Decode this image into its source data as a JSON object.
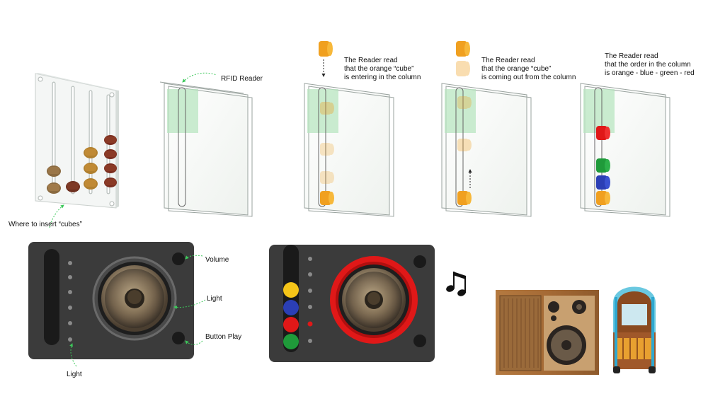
{
  "labels": {
    "rfid_reader": "RFID Reader",
    "insert_cubes": "Where to insert “cubes”",
    "volume": "Volume",
    "light_right": "Light",
    "button_play": "Button Play",
    "light_bottom": "Light"
  },
  "steps": [
    {
      "lines": [
        "The Reader read",
        "that the orange “cube”",
        "is entering in the column"
      ]
    },
    {
      "lines": [
        "The Reader read",
        "that the orange “cube”",
        "is coming out from the column"
      ]
    },
    {
      "lines": [
        "The Reader read",
        "that the order in the column",
        "is orange - blue - green - red"
      ]
    }
  ],
  "colors": {
    "orange": "#f0a020",
    "blue": "#2b3fb5",
    "green": "#1f9a3a",
    "red": "#e01818",
    "device_body": "#3b3b3b",
    "highlight_green": "#b8e6c0",
    "arrow_green": "#3cc85a"
  },
  "icons": [
    "music-note-icon",
    "speaker-icon",
    "volume-knob-icon",
    "play-button-icon"
  ]
}
